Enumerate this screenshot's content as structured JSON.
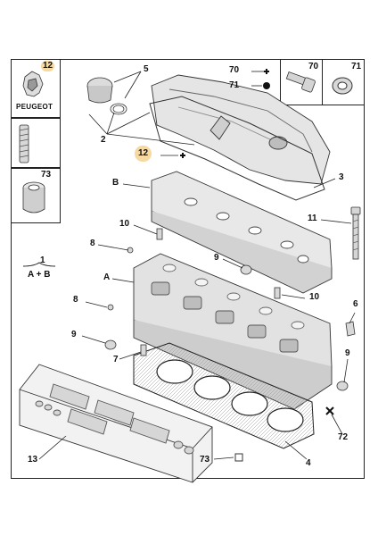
{
  "brand": {
    "name": "PEUGEOT"
  },
  "legend": {
    "left": {
      "top_ref": "12",
      "bottom_ref": "73"
    },
    "right": {
      "left_ref": "70",
      "right_ref": "71"
    },
    "group": {
      "number": "1",
      "formula": "A + B"
    }
  },
  "callouts": {
    "c5": "5",
    "c2": "2",
    "c70": "70",
    "c71": "71",
    "c12": "12",
    "c3": "3",
    "cB": "B",
    "c10a": "10",
    "c11": "11",
    "c8a": "8",
    "c9a": "9",
    "cA": "A",
    "c10b": "10",
    "c8b": "8",
    "c6": "6",
    "c9b": "9",
    "c7": "7",
    "c9c": "9",
    "c72": "72",
    "c13": "13",
    "c73": "73",
    "c4": "4"
  },
  "colors": {
    "highlight": "#f5d9a0",
    "line": "#222222",
    "fill": "#ececec"
  }
}
